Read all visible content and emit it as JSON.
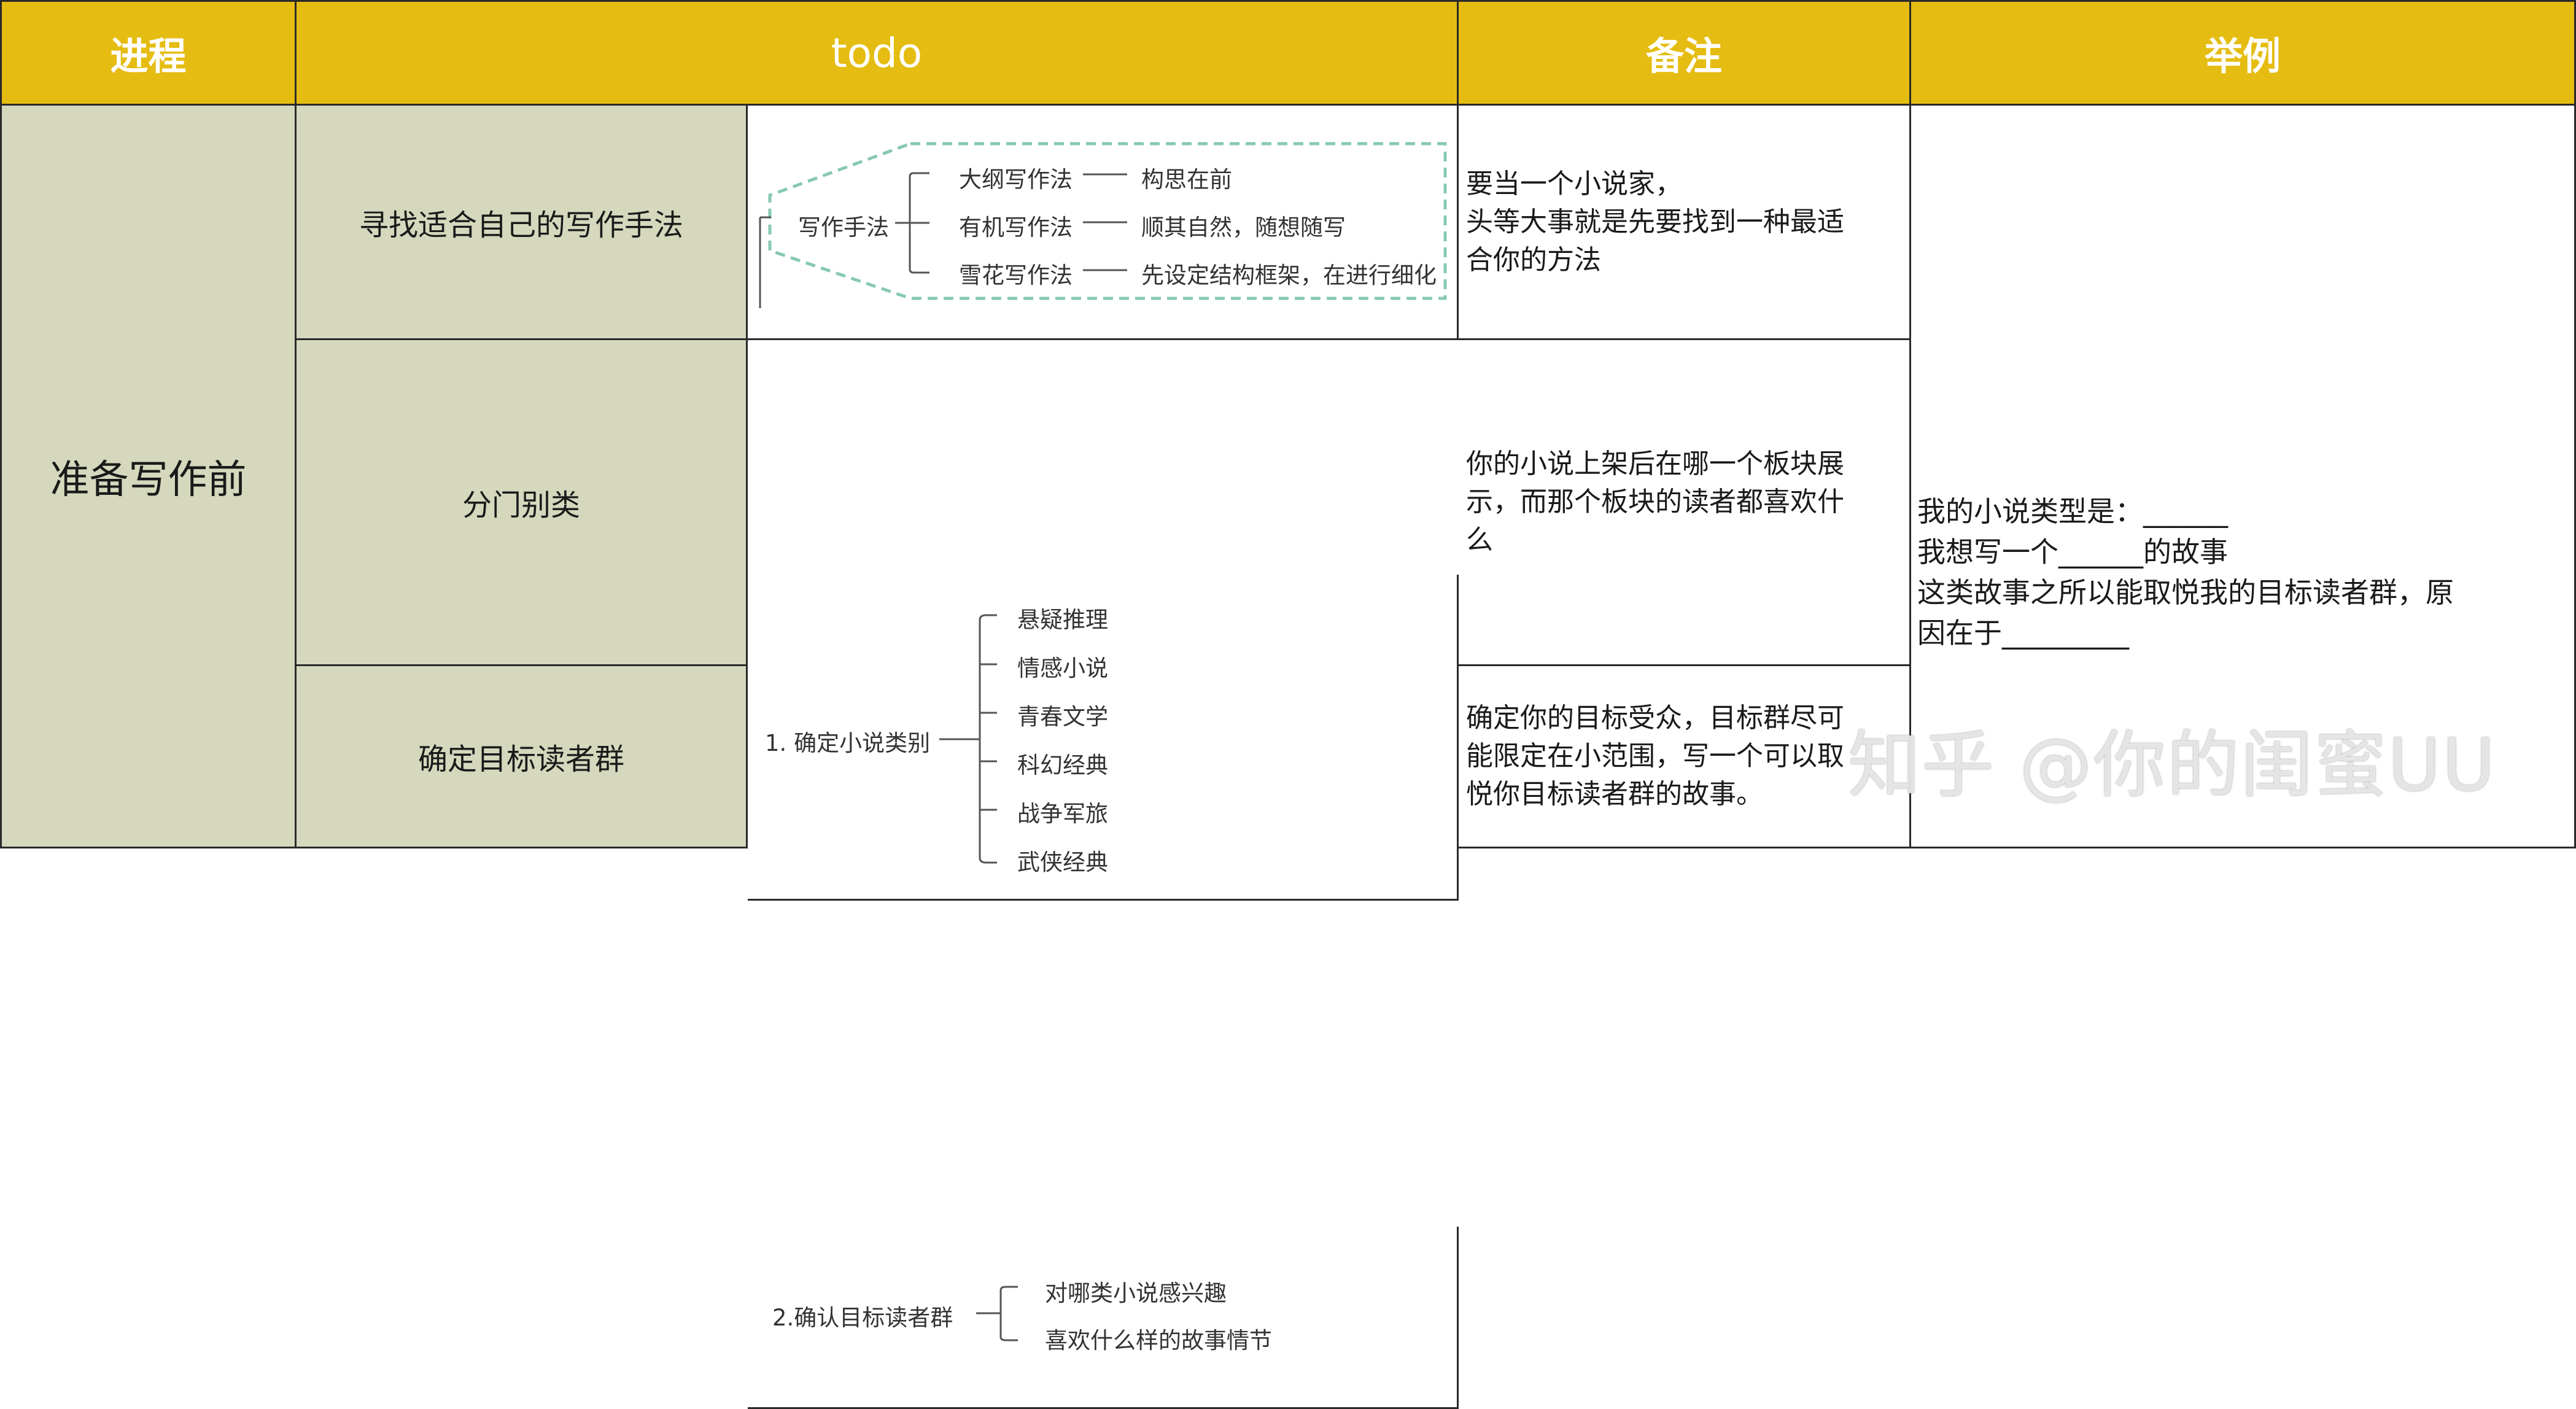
{
  "headers": {
    "process": "进程",
    "todo": "todo",
    "note": "备注",
    "example": "举例"
  },
  "stage": "准备写作前",
  "rows": [
    {
      "step": "寻找适合自己的写作手法",
      "map": {
        "root": "写作手法",
        "items": [
          {
            "label": "大纲写作法",
            "desc": "构思在前"
          },
          {
            "label": "有机写作法",
            "desc": "顺其自然，随想随写"
          },
          {
            "label": "雪花写作法",
            "desc": "先设定结构框架，在进行细化"
          }
        ]
      },
      "note": [
        "要当一个小说家，",
        "头等大事就是先要找到一种最适",
        "合你的方法"
      ]
    },
    {
      "step": "分门别类",
      "map": {
        "root": "1. 确定小说类别",
        "items": [
          "悬疑推理",
          "情感小说",
          "青春文学",
          "科幻经典",
          "战争军旅",
          "武侠经典"
        ]
      },
      "note": [
        "你的小说上架后在哪一个板块展",
        "示，而那个板块的读者都喜欢什",
        "么"
      ]
    },
    {
      "step": "确定目标读者群",
      "map": {
        "root": "2.确认目标读者群",
        "items": [
          "对哪类小说感兴趣",
          "喜欢什么样的故事情节"
        ]
      },
      "note": [
        "确定你的目标受众，目标群尽可",
        "能限定在小范围，写一个可以取",
        "悦你目标读者群的故事。"
      ]
    }
  ],
  "example": [
    "我的小说类型是：______",
    "我想写一个______的故事",
    "这类故事之所以能取悦我的目标读者群，原",
    "因在于_________"
  ],
  "watermark": "知乎 @你的闺蜜UU",
  "colors": {
    "header": "#e5bd12",
    "olive": "#d5d8bd",
    "dashed": "#86c9b0",
    "border": "#2a2a2a"
  }
}
